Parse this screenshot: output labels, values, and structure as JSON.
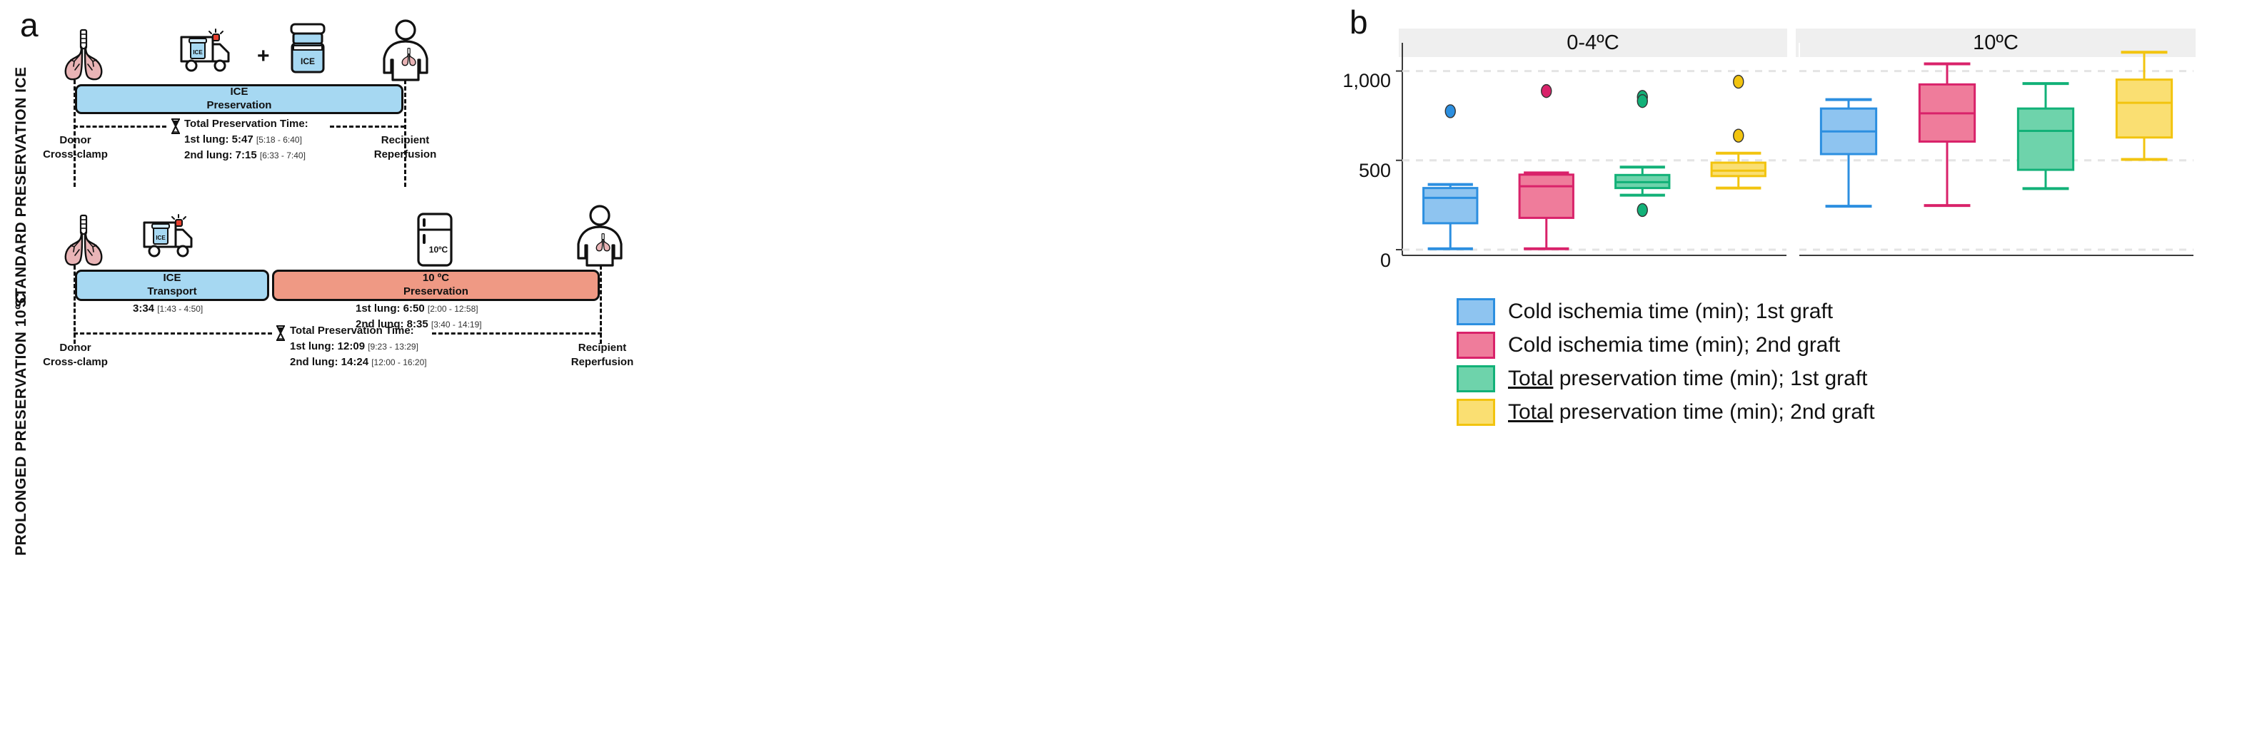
{
  "panels": {
    "a": {
      "letter": "a"
    },
    "b": {
      "letter": "b"
    }
  },
  "panel_a": {
    "rows": [
      {
        "id": "standard",
        "side_label": "STANDARD PRESERVATION ICE",
        "icons": [
          "lungs-icon",
          "ambulance-ice-icon",
          "plus-sign",
          "ice-cooler-icon",
          "recipient-patient-icon"
        ],
        "plus_symbol": "+",
        "bars": [
          {
            "line1": "ICE",
            "line2": "Preservation",
            "color": "#a6d8f2"
          }
        ],
        "start_label_line1": "Donor",
        "start_label_line2": "Cross-clamp",
        "end_label_line1": "Recipient",
        "end_label_line2": "Reperfusion",
        "total": {
          "header": "Total Preservation Time:",
          "hourglass": "⧗",
          "rows": [
            {
              "label": "1st lung:",
              "value": "5:47",
              "range": "[5:18 - 6:40]"
            },
            {
              "label": "2nd lung:",
              "value": "7:15",
              "range": "[6:33 - 7:40]"
            }
          ]
        },
        "segment_times": []
      },
      {
        "id": "prolonged",
        "side_label": "PROLONGED PRESERVATION 10ºC",
        "icons": [
          "lungs-icon",
          "ambulance-ice-icon",
          "fridge-10c-icon",
          "recipient-patient-icon"
        ],
        "fridge_label": "10ºC",
        "bars": [
          {
            "line1": "ICE",
            "line2": "Transport",
            "color": "#a6d8f2"
          },
          {
            "line1": "10 ºC",
            "line2": "Preservation",
            "color": "#ef9984"
          }
        ],
        "start_label_line1": "Donor",
        "start_label_line2": "Cross-clamp",
        "end_label_line1": "Recipient",
        "end_label_line2": "Reperfusion",
        "total": {
          "header": "Total Preservation Time:",
          "hourglass": "⧗",
          "rows": [
            {
              "label": "1st lung:",
              "value": "12:09",
              "range": "[9:23 - 13:29]"
            },
            {
              "label": "2nd lung:",
              "value": "14:24",
              "range": "[12:00 - 16:20]"
            }
          ]
        },
        "segment_times": [
          {
            "value": "3:34",
            "range": "[1:43 - 4:50]"
          }
        ],
        "segment2_times": [
          {
            "label": "1st lung:",
            "value": "6:50",
            "range": "[2:00 - 12:58]"
          },
          {
            "label": "2nd lung:",
            "value": "8:35",
            "range": "[3:40 - 14:19]"
          }
        ]
      }
    ],
    "ice_text": "ICE"
  },
  "chart_data": {
    "type": "box",
    "title": "",
    "xlabel": "",
    "ylabel": "",
    "ylim": [
      0,
      1150
    ],
    "yticks": [
      0,
      500,
      1000
    ],
    "ytick_labels": [
      "0",
      "500",
      "1,000"
    ],
    "grid": true,
    "legend_position": "bottom",
    "facets": [
      "0-4ºC",
      "10ºC"
    ],
    "series": [
      {
        "name": "Cold ischemia time (min); 1st graft",
        "color": "#8ec4f0",
        "border": "#2c8fe0",
        "boxes": [
          {
            "facet": "0-4ºC",
            "min": 5,
            "q1": 148,
            "median": 290,
            "q3": 345,
            "max": 365,
            "outliers": [
              775
            ]
          },
          {
            "facet": "10ºC",
            "min": 243,
            "q1": 535,
            "median": 662,
            "q3": 790,
            "max": 840,
            "outliers": []
          }
        ]
      },
      {
        "name": "Cold ischemia time (min); 2nd graft",
        "color": "#ef7c9b",
        "border": "#d9226a",
        "boxes": [
          {
            "facet": "0-4ºC",
            "min": 5,
            "q1": 178,
            "median": 355,
            "q3": 420,
            "max": 430,
            "outliers": [
              888
            ]
          },
          {
            "facet": "10ºC",
            "min": 247,
            "q1": 605,
            "median": 763,
            "q3": 925,
            "max": 1040,
            "outliers": []
          }
        ]
      },
      {
        "name": "Total preservation time (min); 1st graft",
        "color": "#6ed3ab",
        "border": "#12b178",
        "boxes": [
          {
            "facet": "0-4ºC",
            "min": 305,
            "q1": 345,
            "median": 378,
            "q3": 418,
            "max": 462,
            "outliers": [
              855,
              832,
              222
            ]
          },
          {
            "facet": "10ºC",
            "min": 342,
            "q1": 447,
            "median": 665,
            "q3": 790,
            "max": 930,
            "outliers": []
          }
        ]
      },
      {
        "name": "Total preservation time (min); 2nd graft",
        "color": "#fadf72",
        "border": "#f2c40f",
        "boxes": [
          {
            "facet": "0-4ºC",
            "min": 345,
            "q1": 412,
            "median": 442,
            "q3": 487,
            "max": 540,
            "outliers": [
              940,
              638
            ]
          },
          {
            "facet": "10ºC",
            "min": 505,
            "q1": 628,
            "median": 822,
            "q3": 952,
            "max": 1105,
            "outliers": []
          }
        ]
      }
    ],
    "legend": [
      {
        "label_prefix": "",
        "label": "Cold ischemia time (min); 1st graft",
        "underline": "",
        "color": "#8ec4f0",
        "border": "#2c8fe0"
      },
      {
        "label_prefix": "",
        "label": "Cold ischemia time (min); 2nd graft",
        "underline": "",
        "color": "#ef7c9b",
        "border": "#d9226a"
      },
      {
        "label_prefix": "Total",
        "label": " preservation time (min); 1st graft",
        "underline": "Total",
        "color": "#6ed3ab",
        "border": "#12b178"
      },
      {
        "label_prefix": "Total",
        "label": " preservation time (min); 2nd graft",
        "underline": "Total",
        "color": "#fadf72",
        "border": "#f2c40f"
      }
    ]
  }
}
